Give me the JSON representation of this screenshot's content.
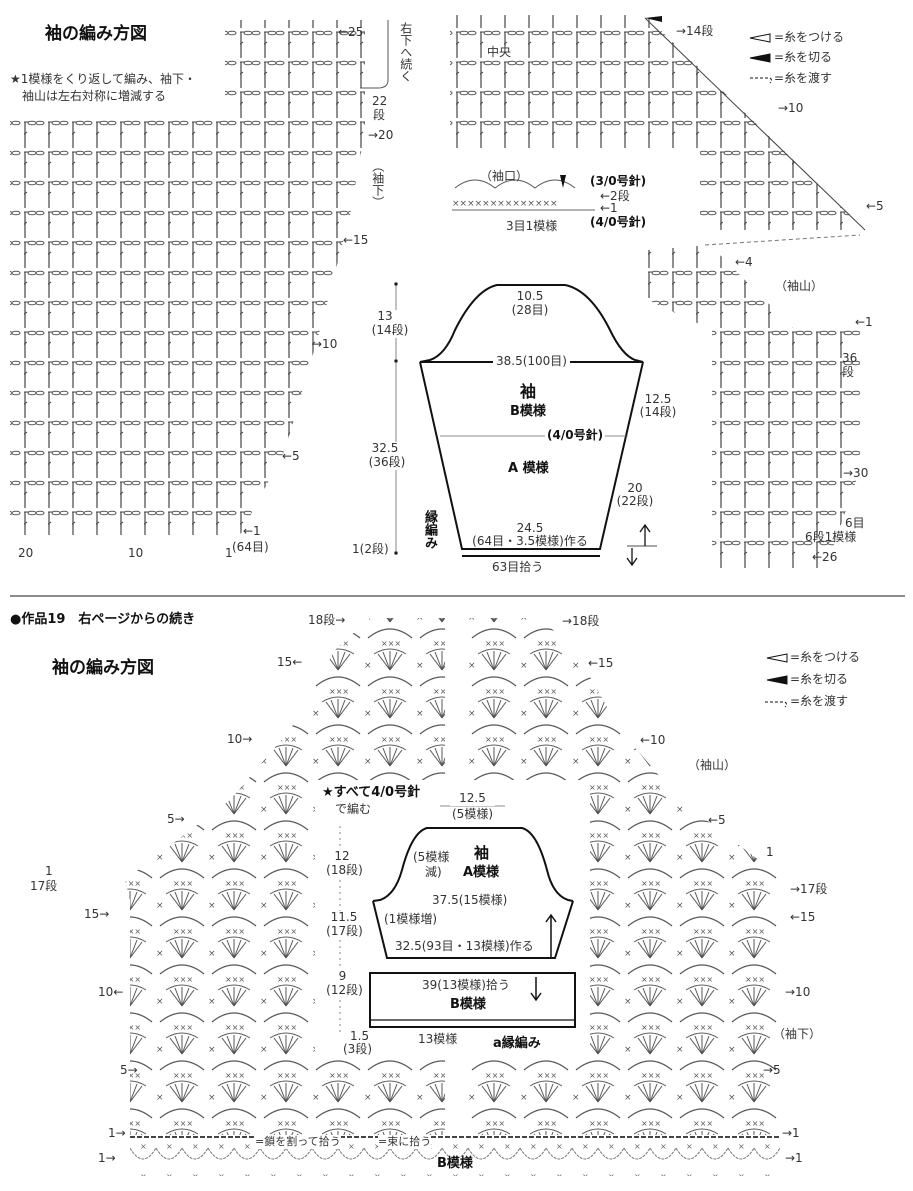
{
  "top": {
    "title": "袖の編み方図",
    "note_line1": "★1模様をくり返して編み、袖下・",
    "note_line2": "袖山は左右対称に増減する",
    "left_chart": {
      "row_25": "←25",
      "continue_note": "右下へ続く",
      "row_22": "22",
      "row_22_unit": "段",
      "row_20": "→20",
      "underarm": "（袖下）",
      "row_15": "←15",
      "row_10": "→10",
      "row_5": "←5",
      "row_1": "←1",
      "stitches_64": "(64目)",
      "col_20": "20",
      "col_10": "10",
      "col_1": "1"
    },
    "right_chart": {
      "row_14": "→14段",
      "center": "中央",
      "row_10": "→10",
      "row_5": "←5",
      "cuff": "（袖口）",
      "hook_3": "(3/0号針)",
      "cuff_row_2": "←2段",
      "cuff_row_1": "←1",
      "hook_4": "(4/0号針)",
      "repeat": "3目1模様",
      "row_4": "←4",
      "cap": "（袖山）",
      "row_1": "←1",
      "rows_36": "36",
      "rows_36_unit": "段",
      "row_30": "→30",
      "stitches_6": "6目",
      "rows_6": "6段1模様",
      "row_26": "←26"
    },
    "legend": {
      "attach": "=糸をつける",
      "cut": "=糸を切る",
      "carry": "=糸を渡す"
    },
    "sleeve": {
      "top_width": "10.5",
      "top_stitches": "(28目)",
      "cap_height": "13",
      "cap_rows": "(14段)",
      "width": "38.5(100目)",
      "name": "袖",
      "pattern_b": "B模様",
      "side_b": "12.5",
      "side_b_rows": "(14段)",
      "hook": "(4/0号針)",
      "body_height": "32.5",
      "body_rows": "(36段)",
      "pattern_a": "A 模様",
      "side_a": "20",
      "side_a_rows": "(22段)",
      "edge_label": "縁編み",
      "edge_rows": "1(2段)",
      "bottom_width": "24.5",
      "bottom_stitches": "(64目・3.5模様)作る",
      "pickup": "63目拾う"
    }
  },
  "bottom": {
    "heading": "●作品19　右ページからの続き",
    "title": "袖の編み方図",
    "legend": {
      "attach": "=糸をつける",
      "cut": "=糸を切る",
      "carry": "=糸を渡す"
    },
    "labels": {
      "l18": "18段→",
      "r18": "→18段",
      "l15a": "15←",
      "r15a": "←15",
      "l10a": "10→",
      "r10a": "←10",
      "cap": "（袖山）",
      "l5a": "5→",
      "r5a": "←5",
      "l1a": "1",
      "l17": "17段",
      "r1a": "1",
      "r17": "→17段",
      "l15b": "15→",
      "r15b": "←15",
      "l10b": "10←",
      "r10b": "→10",
      "underarm": "（袖下）",
      "l5b": "5→",
      "r5b": "→5",
      "l1b": "1→",
      "r1b": "→1",
      "l1c": "1→",
      "r1c": "→1",
      "split_chain": "=鎖を割って拾う",
      "bundle": "=束に拾う",
      "pattern_b": "B模様"
    },
    "sleeve": {
      "note1": "★すべて4/0号針",
      "note2": "で編む",
      "top_width": "12.5",
      "top_patterns": "(5模様)",
      "cap_height": "12",
      "cap_rows": "(18段)",
      "decrease": "(5模様",
      "decrease2": "減)",
      "name": "袖",
      "pattern_a": "A模様",
      "width": "37.5(15模様)",
      "body_height": "11.5",
      "body_rows": "(17段)",
      "increase": "(1模様増)",
      "bottom_width": "32.5(93目・13模様)作る",
      "cuff_height": "9",
      "cuff_rows": "(12段)",
      "pickup": "39(13模様)拾う",
      "pattern_b": "B模様",
      "edge_height": "1.5",
      "edge_rows": "(3段)",
      "patterns_13": "13模様",
      "edging": "a縁編み"
    }
  }
}
